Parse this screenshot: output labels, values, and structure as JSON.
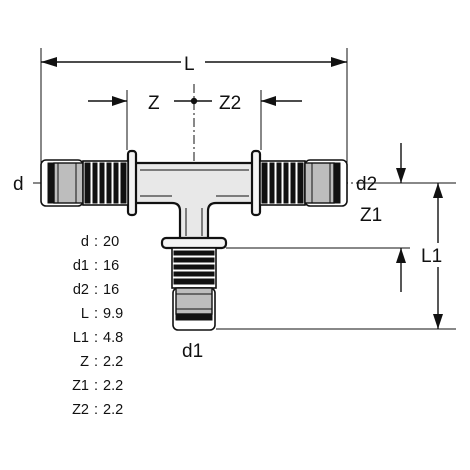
{
  "labels": {
    "L": "L",
    "Z": "Z",
    "Z2": "Z2",
    "Z1": "Z1",
    "L1": "L1",
    "d": "d",
    "d1": "d1",
    "d2": "d2"
  },
  "specs": [
    {
      "key": "d",
      "value": "20"
    },
    {
      "key": "d1",
      "value": "16"
    },
    {
      "key": "d2",
      "value": "16"
    },
    {
      "key": "L",
      "value": "9.9"
    },
    {
      "key": "L1",
      "value": "4.8"
    },
    {
      "key": "Z",
      "value": "2.2"
    },
    {
      "key": "Z1",
      "value": "2.2"
    },
    {
      "key": "Z2",
      "value": "2.2"
    }
  ]
}
